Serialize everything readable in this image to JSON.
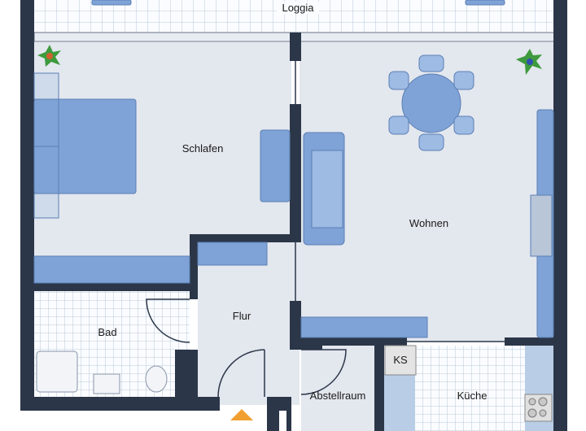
{
  "rooms": {
    "loggia": "Loggia",
    "schlafen": "Schlafen",
    "wohnen": "Wohnen",
    "flur": "Flur",
    "bad": "Bad",
    "abstellraum": "Abstellraum",
    "kueche": "Küche"
  },
  "fixtures": {
    "fridge": "KS"
  },
  "colors": {
    "wall": "#2b3648",
    "floor": "#e3e7ee",
    "furniture": "#7fa3d6",
    "entrance": "#f0a030"
  }
}
